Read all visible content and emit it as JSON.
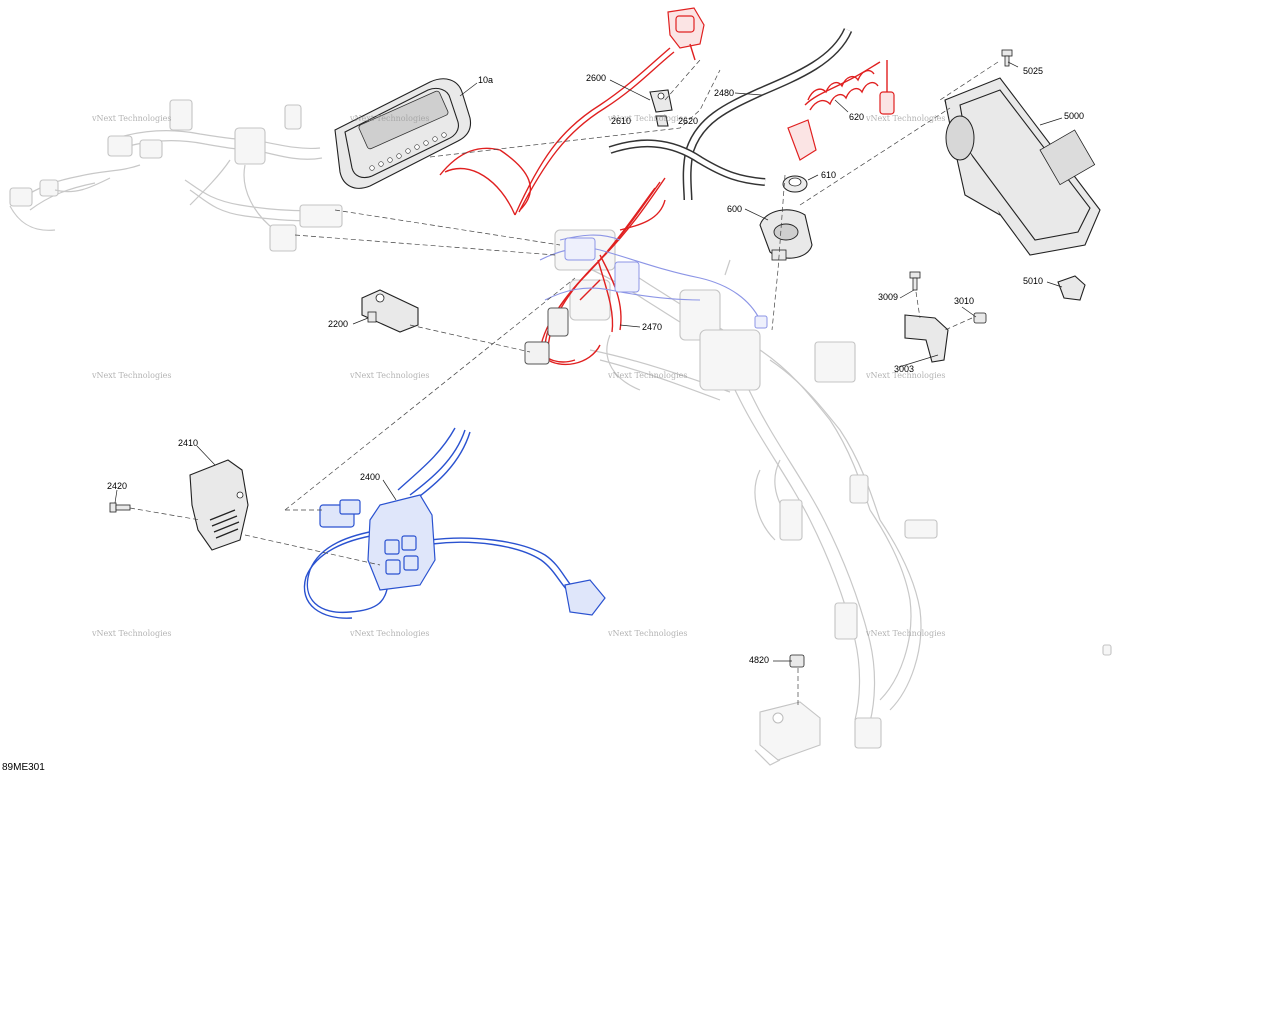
{
  "diagram": {
    "reference_code": "89ME301",
    "watermark_text": "vNext Technologies",
    "callouts": {
      "p10a": "10a",
      "p2600": "2600",
      "p2610": "2610",
      "p2620": "2620",
      "p2480": "2480",
      "p620": "620",
      "p610": "610",
      "p600": "600",
      "p5025": "5025",
      "p5000": "5000",
      "p5010": "5010",
      "p3009": "3009",
      "p3010": "3010",
      "p3003": "3003",
      "p2200": "2200",
      "p2470": "2470",
      "p2410": "2410",
      "p2420": "2420",
      "p2400": "2400",
      "p4820": "4820"
    },
    "colors": {
      "highlight_red": "#e02020",
      "highlight_blue": "#2a52d0",
      "ghost_gray": "#c8c8c8",
      "line_dark": "#222222"
    }
  }
}
